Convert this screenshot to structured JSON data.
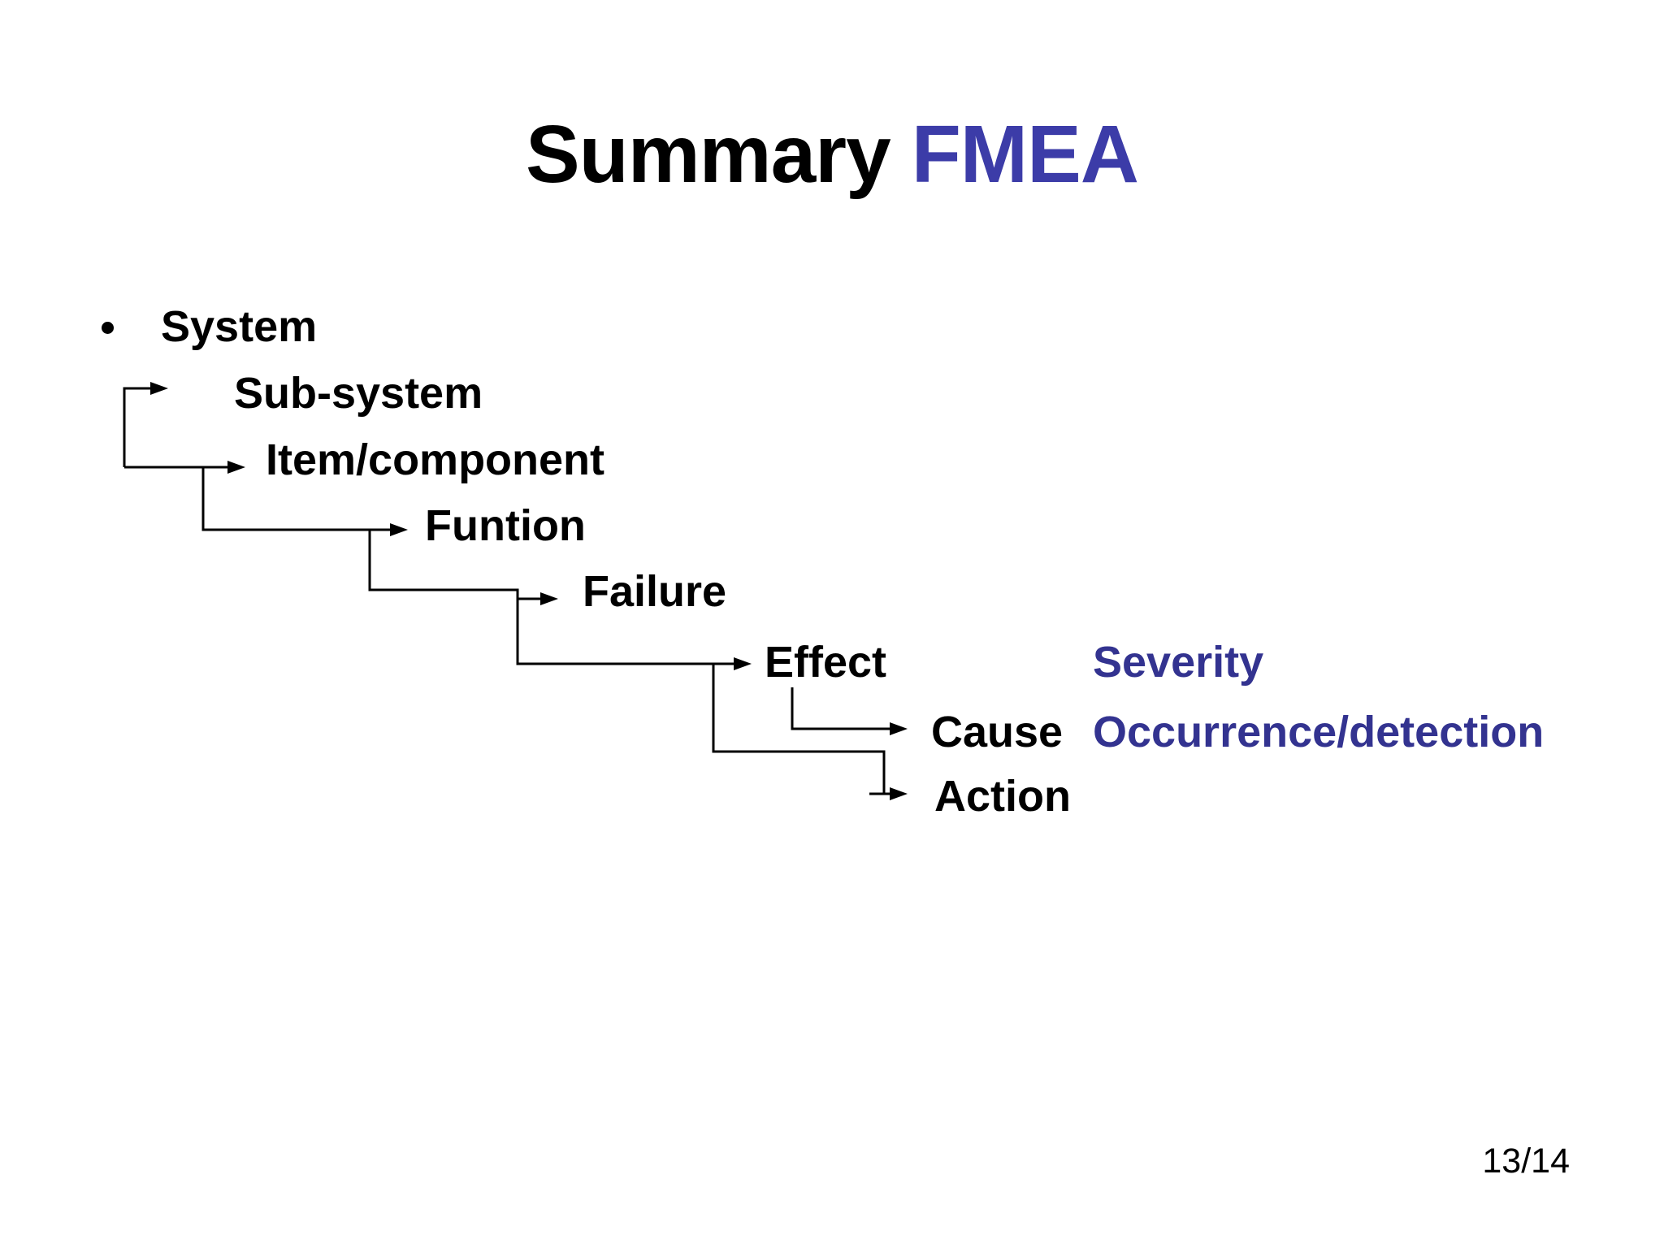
{
  "slide": {
    "title": {
      "text_primary": "Summary",
      "text_accent": "FMEA"
    },
    "page_number": "13/14",
    "colors": {
      "background": "#ffffff",
      "text": "#000000",
      "title_accent_blue": "#3C3CA8",
      "annotation_blue": "#333390",
      "connector_line": "#000000"
    }
  },
  "diagram": {
    "rows": [
      {
        "label": "System"
      },
      {
        "label": "Sub-system"
      },
      {
        "label": "Item/component"
      },
      {
        "label": "Funtion"
      },
      {
        "label": "Failure"
      },
      {
        "label": "Effect",
        "annotation": "Severity"
      },
      {
        "label": "Cause",
        "annotation": "Occurrence/detection"
      },
      {
        "label": "Action"
      }
    ]
  }
}
